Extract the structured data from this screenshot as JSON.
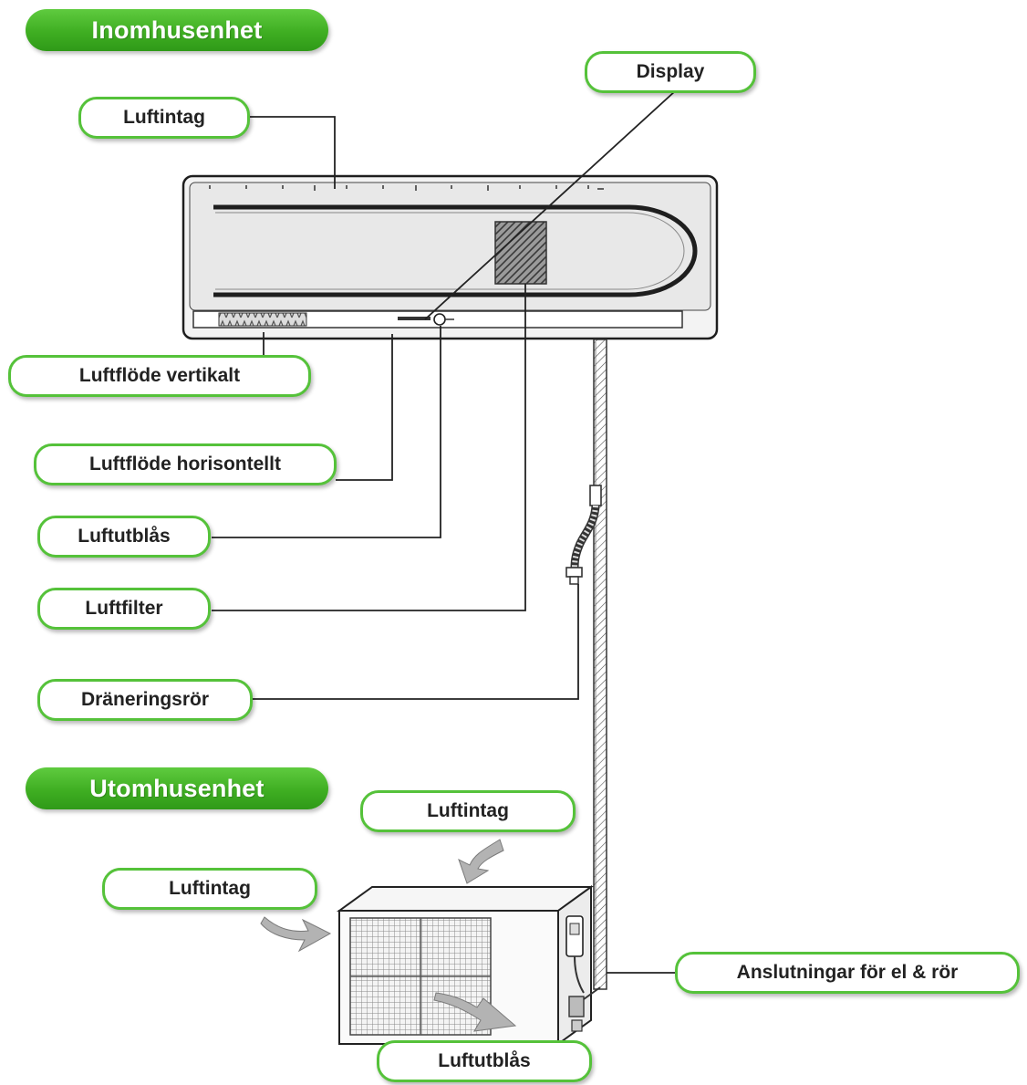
{
  "indoor": {
    "title": "Inomhusenhet",
    "labels": {
      "air_intake": "Luftintag",
      "display": "Display",
      "airflow_vertical": "Luftflöde vertikalt",
      "airflow_horizontal": "Luftflöde horisontellt",
      "air_outlet": "Luftutblås",
      "air_filter": "Luftfilter",
      "drain_pipe": "Dräneringsrör"
    }
  },
  "outdoor": {
    "title": "Utomhusenhet",
    "labels": {
      "air_intake_top": "Luftintag",
      "air_intake_left": "Luftintag",
      "air_outlet": "Luftutblås",
      "connections": "Anslutningar för el & rör"
    }
  },
  "colors": {
    "header_green": "#3fae22",
    "label_border_green": "#55c23a",
    "arrow_gray": "#b0b0b0",
    "line_dark": "#222222"
  }
}
